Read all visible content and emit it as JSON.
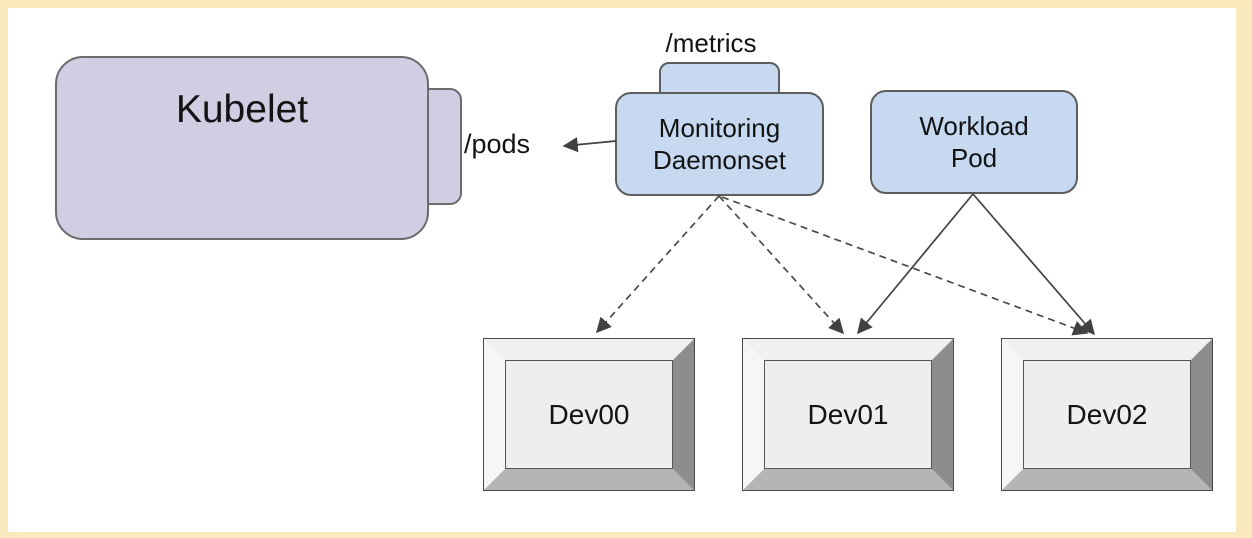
{
  "nodes": {
    "kubelet": {
      "label": "Kubelet",
      "fill": "#d3cde3"
    },
    "monitoring": {
      "label": "Monitoring\nDaemonset",
      "fill": "#c7d9f1"
    },
    "workload": {
      "label": "Workload\nPod",
      "fill": "#c7d9f1"
    }
  },
  "endpoints": {
    "pods": "/pods",
    "metrics": "/metrics"
  },
  "devices": [
    {
      "label": "Dev00"
    },
    {
      "label": "Dev01"
    },
    {
      "label": "Dev02"
    }
  ],
  "edges": [
    {
      "from": "monitoring-daemonset",
      "to": "kubelet-pods-endpoint",
      "style": "solid",
      "label": "/pods"
    },
    {
      "from": "monitoring-daemonset",
      "to": "dev00",
      "style": "dashed"
    },
    {
      "from": "monitoring-daemonset",
      "to": "dev01",
      "style": "dashed"
    },
    {
      "from": "monitoring-daemonset",
      "to": "dev02",
      "style": "dashed"
    },
    {
      "from": "workload-pod",
      "to": "dev01",
      "style": "solid"
    },
    {
      "from": "workload-pod",
      "to": "dev02",
      "style": "solid"
    }
  ],
  "colors": {
    "frame": "#f9e9bd",
    "background": "#ffffff",
    "purple_fill": "#d3cde3",
    "blue_fill": "#c7d9f1",
    "node_stroke": "#5d5d5d",
    "arrow": "#414141",
    "bevel_light": "#f0f0f0",
    "bevel_dark": "#8d8d8d",
    "bevel_medium": "#b5b5b5",
    "device_face": "#eeeeee"
  }
}
